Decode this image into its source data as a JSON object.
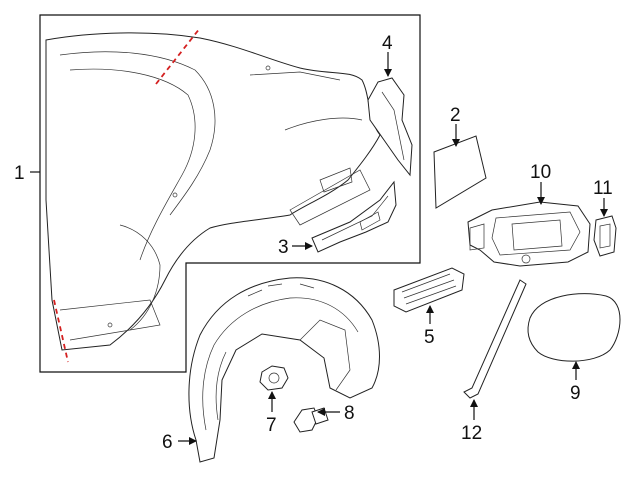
{
  "callouts": {
    "c1": "1",
    "c2": "2",
    "c3": "3",
    "c4": "4",
    "c5": "5",
    "c6": "6",
    "c7": "7",
    "c8": "8",
    "c9": "9",
    "c10": "10",
    "c11": "11",
    "c12": "12"
  },
  "colors": {
    "cut_line": "#d42020",
    "line": "#111111"
  }
}
